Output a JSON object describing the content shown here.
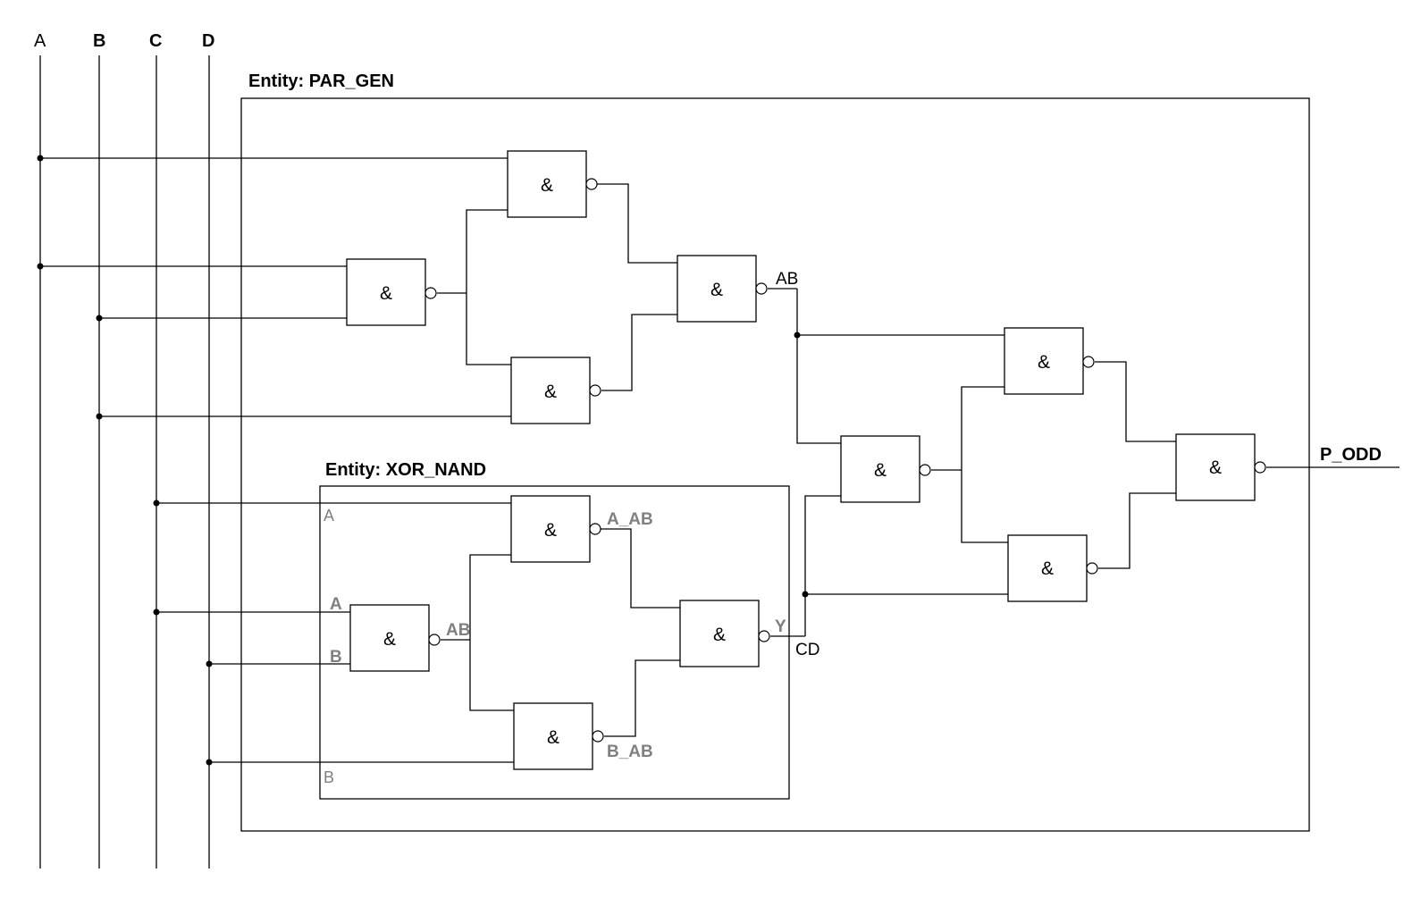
{
  "inputs": {
    "a": "A",
    "b": "B",
    "c": "C",
    "d": "D"
  },
  "entities": {
    "outer": "Entity: PAR_GEN",
    "inner": "Entity: XOR_NAND"
  },
  "gate_symbol": "&",
  "nets": {
    "ab": "AB",
    "cd": "CD",
    "p_odd": "P_ODD"
  },
  "inner_labels": {
    "port_a_top": "A",
    "port_b_bottom": "B",
    "in_a": "A",
    "in_b": "B",
    "ab": "AB",
    "a_ab": "A_AB",
    "b_ab": "B_AB",
    "y": "Y"
  },
  "colors": {
    "line": "#000000",
    "inner_label": "#808080",
    "background": "#ffffff"
  }
}
